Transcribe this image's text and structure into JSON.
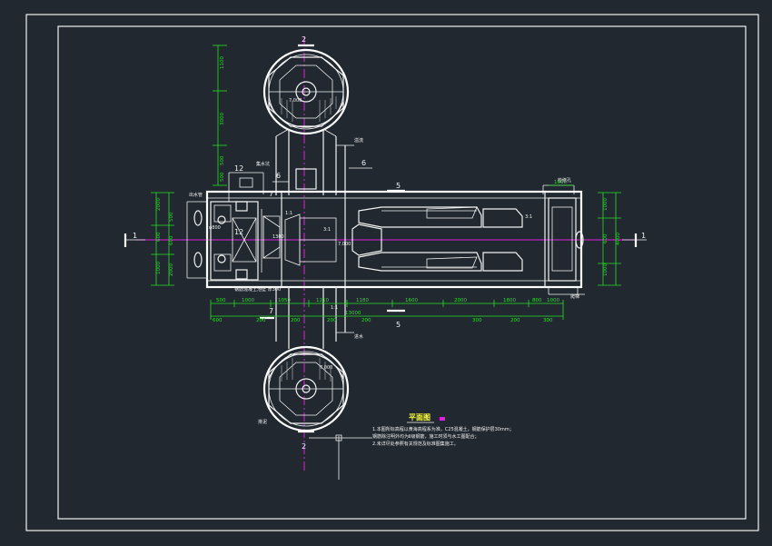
{
  "drawing": {
    "title": "平面图",
    "notes": [
      "1.本图所标高程以黄海高程系为准，C25混凝土，钢筋保护层30mm；",
      "钢筋除注明外均为Ⅱ级钢筋，施工时须与水工图配合；",
      "2.未详尽处参照有关规范及标准图集施工。"
    ]
  },
  "section_markers": {
    "left": "1",
    "right": "1",
    "top": "2",
    "bottom": "2",
    "mid_upper": "5",
    "mid_lower": "5",
    "upper_left_6": "6",
    "upper_right_6": "6",
    "left_7_upper": "7",
    "left_7_lower": "7",
    "left_12_upper": "12",
    "left_12_lower": "12"
  },
  "dimensions": {
    "bottom_row1": [
      "500",
      "1000",
      "1050",
      "1210",
      "1180",
      "1600",
      "2000",
      "1800",
      "800",
      "1000"
    ],
    "bottom_row2": [
      "600",
      "200",
      "200",
      "200",
      "200",
      "300",
      "200",
      "300"
    ],
    "bottom_total": "13000",
    "left_vertical": [
      "2000",
      "600",
      "1000",
      "500",
      "600",
      "2000"
    ],
    "right_vertical": [
      "1000",
      "600",
      "1000",
      "4000"
    ],
    "top_vertical": [
      "1100",
      "3000",
      "500",
      "500"
    ],
    "right_top": "1000"
  },
  "annotations": {
    "elev_mid": "7.000",
    "elev_top": "7.000",
    "elev_bottom": "7.000",
    "slope_center": "3:1",
    "slope_left": "1:1",
    "slope_right": "3:1",
    "slope_lower": "1:1",
    "dim_1300": "1300",
    "pipe_label": "φ800",
    "callout_upper": "溢流",
    "callout_lower": "进水",
    "callout_left_top": "出水管",
    "callout_left_box": "集水坑",
    "callout_right": "检修孔",
    "callout_right_lower": "爬梯",
    "lower_circle_note": "排泥",
    "left_note": "钢筋混凝土池壁 厚300"
  }
}
